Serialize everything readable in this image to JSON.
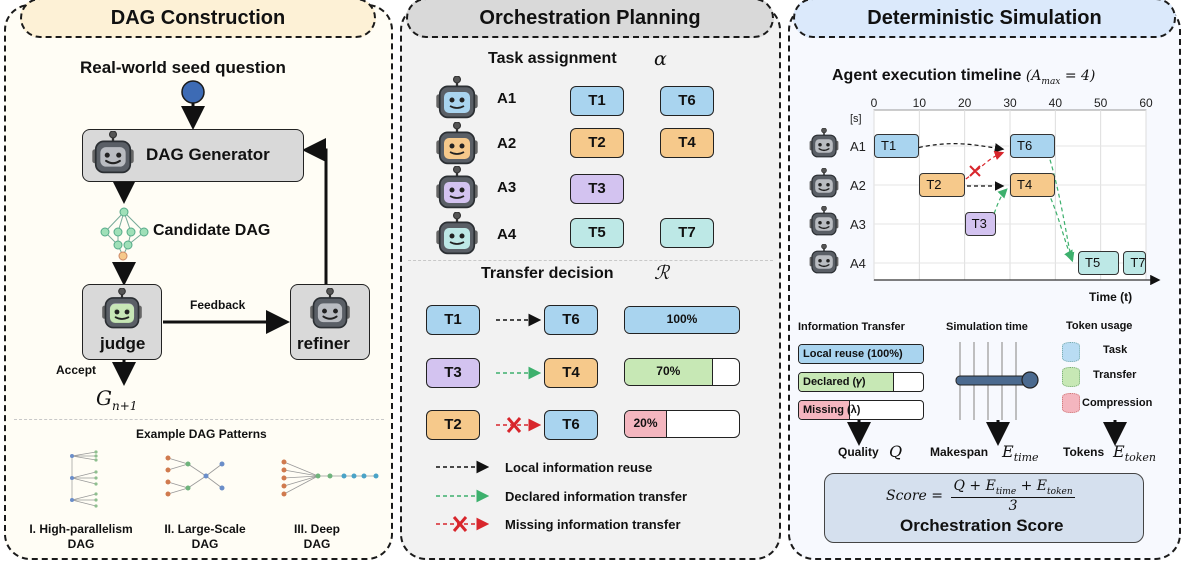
{
  "panels": {
    "left_title": "DAG Construction",
    "mid_title": "Orchestration Planning",
    "right_title": "Deterministic Simulation"
  },
  "left": {
    "seed_question": "Real-world seed question",
    "generator": "DAG Generator",
    "candidate": "Candidate DAG",
    "judge": "judge",
    "refiner": "refiner",
    "feedback": "Feedback",
    "accept": "Accept",
    "output_symbol": "G",
    "output_sub": "n+1",
    "patterns_title": "Example DAG Patterns",
    "patterns": [
      {
        "line1": "I. High-parallelism",
        "line2": "DAG"
      },
      {
        "line1": "II. Large-Scale",
        "line2": "DAG"
      },
      {
        "line1": "III. Deep",
        "line2": "DAG"
      }
    ]
  },
  "mid": {
    "assignment_title": "Task assignment",
    "assignment_symbol": "α",
    "agents": [
      {
        "name": "A1",
        "tasks": [
          "T1",
          "T6"
        ],
        "color": "#a9d4ef"
      },
      {
        "name": "A2",
        "tasks": [
          "T2",
          "T4"
        ],
        "color": "#f6c98b"
      },
      {
        "name": "A3",
        "tasks": [
          "T3"
        ],
        "color": "#d3c3f0"
      },
      {
        "name": "A4",
        "tasks": [
          "T5",
          "T7"
        ],
        "color": "#bde8e6"
      }
    ],
    "transfer_title": "Transfer decision",
    "transfer_symbol": "ℛ",
    "transfers": [
      {
        "from": "T1",
        "to": "T6",
        "pct": "100%",
        "value": 1.0,
        "kind": "local"
      },
      {
        "from": "T3",
        "to": "T4",
        "pct": "70%",
        "value": 0.7,
        "kind": "declared"
      },
      {
        "from": "T2",
        "to": "T6",
        "pct": "20%",
        "value": 0.2,
        "kind": "missing"
      }
    ],
    "legend": [
      "Local information reuse",
      "Declared information transfer",
      "Missing information transfer"
    ]
  },
  "right": {
    "timeline_title": "Agent execution timeline",
    "amax": "(A",
    "amax_sub": "max",
    "amax_val": " = 4)",
    "chart_data": {
      "type": "gantt",
      "xlabel": "Time (t)",
      "unit": "[s]",
      "xlim": [
        0,
        60
      ],
      "xticks": [
        "0",
        "10",
        "20",
        "30",
        "40",
        "50",
        "60"
      ],
      "rows": [
        "A1",
        "A2",
        "A3",
        "A4"
      ],
      "tasks": [
        {
          "name": "T1",
          "agent": "A1",
          "start": 0,
          "end": 10
        },
        {
          "name": "T6",
          "agent": "A1",
          "start": 30,
          "end": 40
        },
        {
          "name": "T2",
          "agent": "A2",
          "start": 10,
          "end": 20
        },
        {
          "name": "T4",
          "agent": "A2",
          "start": 30,
          "end": 40
        },
        {
          "name": "T3",
          "agent": "A3",
          "start": 20,
          "end": 27
        },
        {
          "name": "T5",
          "agent": "A4",
          "start": 45,
          "end": 54
        },
        {
          "name": "T7",
          "agent": "A4",
          "start": 55,
          "end": 60
        }
      ]
    },
    "info_title": "Information Transfer",
    "info_bars": [
      {
        "label": "Local reuse (100%)",
        "value": 1.0
      },
      {
        "label": "Declared (𝛾)",
        "value": 0.7
      },
      {
        "label": "Missing (λ)",
        "value": 0.4
      }
    ],
    "sim_title": "Simulation time",
    "token_title": "Token usage",
    "token_items": [
      "Task",
      "Transfer",
      "Compression"
    ],
    "quality": "Quality",
    "quality_sym": "Q",
    "makespan": "Makespan",
    "time_sym": "E",
    "time_sub": "time",
    "tokens": "Tokens",
    "token_sym": "E",
    "token_sub": "token",
    "score_lhs": "Score",
    "score_num": "Q + E",
    "score_den": "3",
    "score_label": "Orchestration Score"
  },
  "colors": {
    "left_title_bg": "#fdf1d6",
    "left_bg": "#fffdf5",
    "mid_title_bg": "#d9d9d9",
    "mid_bg": "#f2f2f2",
    "right_title_bg": "#dbe9fb",
    "right_bg": "#f7f9fe",
    "blue": "#a9d4ef",
    "orange": "#f6c98b",
    "purple": "#d3c3f0",
    "teal": "#bde8e6",
    "green": "#c7e8b5",
    "pink": "#f4b6bf"
  }
}
